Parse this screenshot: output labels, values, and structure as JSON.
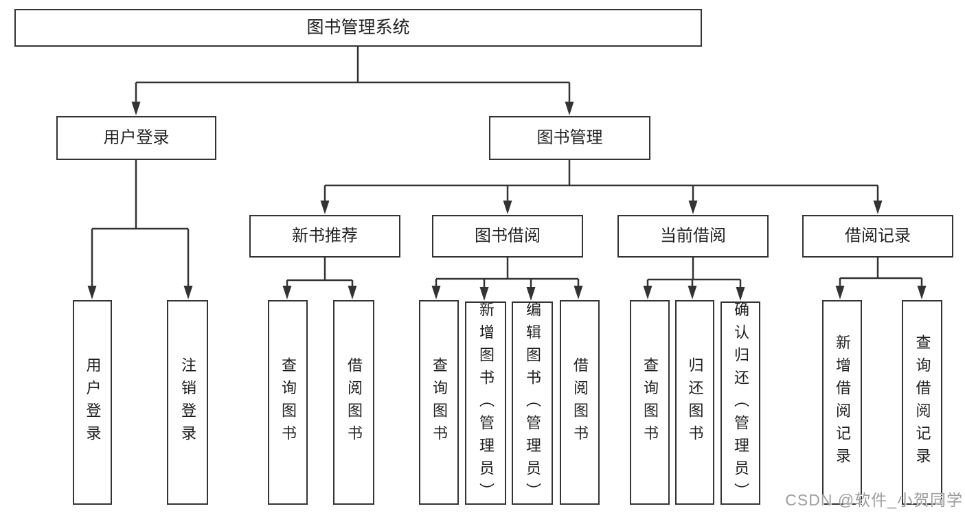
{
  "diagram_title": "图书管理系统",
  "watermark": "CSDN @软件_小贺同学",
  "colors": {
    "line": "#333333",
    "box_border": "#333333",
    "text": "#1f1f1f",
    "watermark": "#9e9e9e",
    "background": "#ffffff"
  },
  "nodes": {
    "root": {
      "label": "图书管理系统"
    },
    "user_login": {
      "label": "用户登录"
    },
    "book_mgmt": {
      "label": "图书管理"
    },
    "new_book_rec": {
      "label": "新书推荐"
    },
    "book_borrow": {
      "label": "图书借阅"
    },
    "current_borrow": {
      "label": "当前借阅"
    },
    "borrow_record": {
      "label": "借阅记录"
    },
    "leaf_user_login": {
      "label": "用户登录"
    },
    "leaf_logout": {
      "label": "注销登录"
    },
    "leaf_query_book_1": {
      "label": "查询图书"
    },
    "leaf_borrow_book_1": {
      "label": "借阅图书"
    },
    "leaf_query_book_2": {
      "label": "查询图书"
    },
    "leaf_add_book": {
      "label": "新增图书（管理员）"
    },
    "leaf_edit_book": {
      "label": "编辑图书（管理员）"
    },
    "leaf_borrow_book_2": {
      "label": "借阅图书"
    },
    "leaf_query_book_3": {
      "label": "查询图书"
    },
    "leaf_return_book": {
      "label": "归还图书"
    },
    "leaf_confirm_return": {
      "label": "确认归还（管理员）"
    },
    "leaf_add_record": {
      "label": "新增借阅记录"
    },
    "leaf_query_record": {
      "label": "查询借阅记录"
    }
  },
  "structure": [
    {
      "parent": "root",
      "children": [
        "user_login",
        "book_mgmt"
      ]
    },
    {
      "parent": "user_login",
      "children": [
        "leaf_user_login",
        "leaf_logout"
      ]
    },
    {
      "parent": "book_mgmt",
      "children": [
        "new_book_rec",
        "book_borrow",
        "current_borrow",
        "borrow_record"
      ]
    },
    {
      "parent": "new_book_rec",
      "children": [
        "leaf_query_book_1",
        "leaf_borrow_book_1"
      ]
    },
    {
      "parent": "book_borrow",
      "children": [
        "leaf_query_book_2",
        "leaf_add_book",
        "leaf_edit_book",
        "leaf_borrow_book_2"
      ]
    },
    {
      "parent": "current_borrow",
      "children": [
        "leaf_query_book_3",
        "leaf_return_book",
        "leaf_confirm_return"
      ]
    },
    {
      "parent": "borrow_record",
      "children": [
        "leaf_add_record",
        "leaf_query_record"
      ]
    }
  ]
}
